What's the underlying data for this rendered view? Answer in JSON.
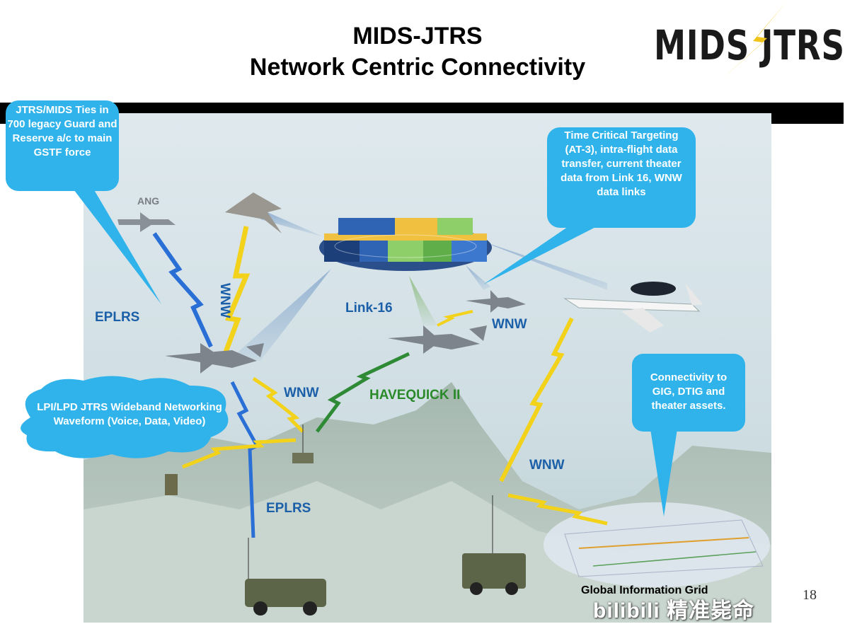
{
  "header": {
    "title_line1": "MIDS-JTRS",
    "title_line2": "Network Centric Connectivity",
    "logo_text": "MIDS JTRS"
  },
  "callouts": {
    "guard": "JTRS/MIDS Ties in 700 legacy Guard and Reserve a/c to main GSTF force",
    "targeting": "Time Critical Targeting (AT-3), intra-flight data transfer, current theater data from Link 16, WNW data links",
    "waveform": "LPI/LPD JTRS Wideband Networking Waveform (Voice, Data, Video)",
    "gig": "Connectivity to GIG, DTIG and theater assets."
  },
  "labels": {
    "ang": "ANG",
    "eplrs_top": "EPLRS",
    "eplrs_bottom": "EPLRS",
    "wnw_vertical": "WNW",
    "link16": "Link-16",
    "wnw_right": "WNW",
    "wnw_center": "WNW",
    "havequick": "HAVEQUICK II",
    "wnw_bottom": "WNW",
    "gig": "Global Information Grid"
  },
  "page_number": "18",
  "watermark": "bilibili 精准毙命",
  "colors": {
    "callout_blue": "#2fb3ea",
    "label_blue": "#1a5fa8",
    "label_green": "#2a8a2a",
    "bolt_yellow": "#f3d21c",
    "bolt_blue": "#2a6fd6",
    "bolt_green": "#2f8a36"
  }
}
